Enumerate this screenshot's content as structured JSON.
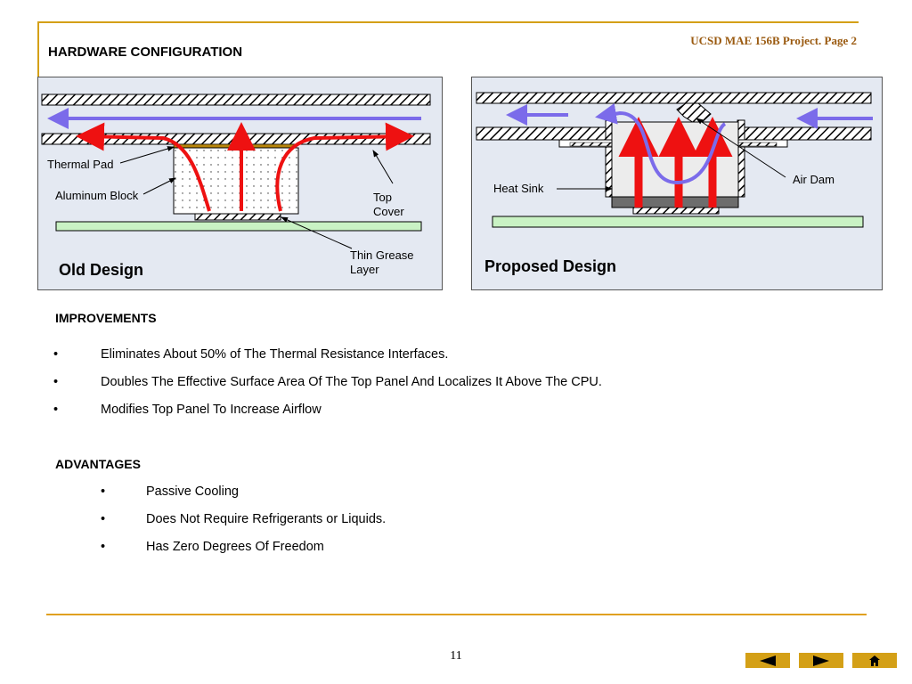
{
  "header": {
    "title": "HARDWARE CONFIGURATION",
    "project_label": "UCSD MAE 156B Project. Page 2"
  },
  "old_design": {
    "title": "Old Design",
    "labels": {
      "thermal_pad": "Thermal Pad",
      "aluminum_block": "Aluminum Block",
      "top_cover": "Top\nCover",
      "thin_grease": "Thin Grease\nLayer"
    }
  },
  "proposed_design": {
    "title": "Proposed Design",
    "labels": {
      "heat_sink": "Heat Sink",
      "air_dam": "Air Dam"
    }
  },
  "improvements": {
    "heading": "IMPROVEMENTS",
    "items": [
      "Eliminates About 50% of The Thermal Resistance Interfaces.",
      "Doubles The Effective Surface Area Of The Top Panel And Localizes It Above The CPU.",
      "Modifies Top Panel To Increase Airflow"
    ]
  },
  "advantages": {
    "heading": "ADVANTAGES",
    "items": [
      "Passive Cooling",
      "Does Not Require Refrigerants or Liquids.",
      "Has Zero Degrees Of Freedom"
    ]
  },
  "bullet_symbol": "•",
  "footer": {
    "page_number": "11"
  },
  "nav": {
    "prev_icon": "triangle-left-icon",
    "next_icon": "triangle-right-icon",
    "home_icon": "home-icon"
  },
  "colors": {
    "accent": "#d4a017",
    "panel_bg": "#e4e9f2",
    "heat_flow": "#ee1111",
    "air_flow": "#7b6bea",
    "board": "#c9f2c4"
  }
}
